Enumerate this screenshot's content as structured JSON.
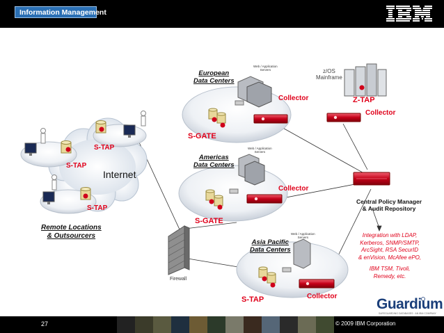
{
  "header": {
    "badge_label": "Information Management",
    "logo_text": "IBM"
  },
  "footer": {
    "page_number": "27",
    "copyright": "© 2009 IBM Corporation"
  },
  "diagram": {
    "european": {
      "title_line1": "European",
      "title_line2": "Data Centers",
      "servers_line1": "Web / Application",
      "servers_line2": "Servers",
      "collector": "Collector",
      "tap": "S-GATE"
    },
    "zos": {
      "line1": "z/OS",
      "line2": "Mainframe",
      "tap": "Z-TAP",
      "collector": "Collector"
    },
    "americas": {
      "title_line1": "Americas",
      "title_line2": "Data Centers",
      "servers_line1": "Web / Application",
      "servers_line2": "Servers",
      "collector": "Collector",
      "tap": "S-GATE"
    },
    "asia": {
      "title_line1": "Asia Pacific",
      "title_line2": "Data Centers",
      "servers_line1": "Web / Application",
      "servers_line2": "Servers",
      "collector": "Collector",
      "tap": "S-TAP"
    },
    "internet": "Internet",
    "firewall": "Firewall",
    "remote": {
      "line1": "Remote Locations",
      "line2": "& Outsourcers",
      "tap_top": "S-TAP",
      "tap_left": "S-TAP",
      "tap_bottom": "S-TAP"
    },
    "cpm": {
      "line1": "Central Policy Manager",
      "line2": "& Audit Repository"
    },
    "integration": {
      "line1": "Integration with LDAP,",
      "line2": "Kerberos, SNMP/SMTP,",
      "line3": "ArcSight, RSA SecurID",
      "line4": "& enVision, McAfee ePO,",
      "line5": "IBM TSM, Tivoli,",
      "line6": "Remedy, etc."
    },
    "brand": {
      "name": "Guardium",
      "tagline": "SAFEGUARDING DATABASES · AN IBM COMPANY"
    }
  },
  "colors": {
    "accent_red": "#e0001a",
    "header_blue": "#2a6fb4",
    "guardium_blue": "#1b3f7a"
  }
}
